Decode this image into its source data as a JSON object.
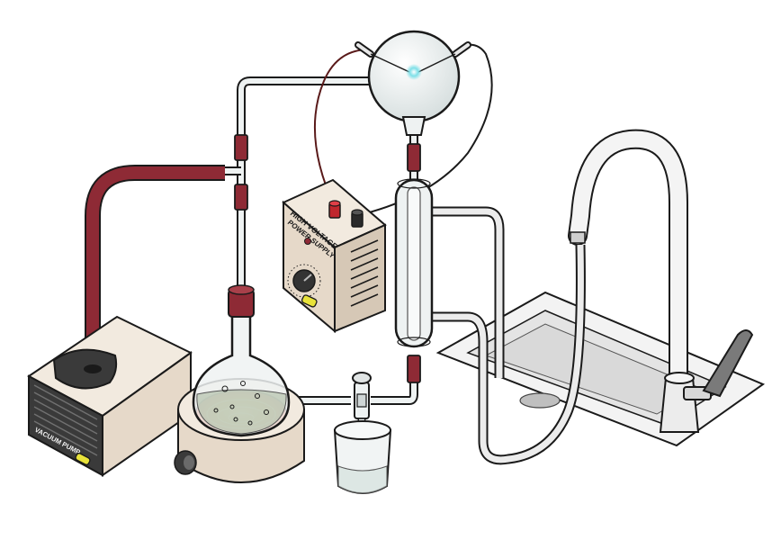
{
  "labels": {
    "power_supply_line1": "HIGH VOLTAGE",
    "power_supply_line2": "POWER SUPPLY",
    "vacuum_pump": "VACUUM PUMP"
  },
  "colors": {
    "outline": "#1a1a1a",
    "rubber_tubing": "#8e2a35",
    "glass": "#e9eeee",
    "device_beige": "#e6d9c9",
    "device_dark": "#3a3a3a",
    "sink": "#f2f2f2",
    "heater_glow": "#f39c12",
    "indicator": "#e8e23a",
    "spark": "#7fe0e8"
  },
  "icons": {
    "power_knob": "knob-icon",
    "terminal_positive": "red-terminal-icon",
    "terminal_negative": "black-terminal-icon",
    "heater_knob": "knob-icon"
  }
}
